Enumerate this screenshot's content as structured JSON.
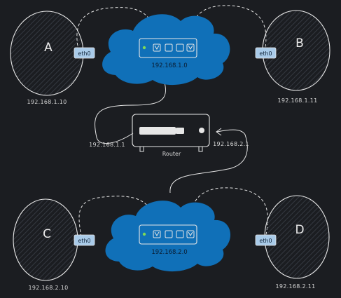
{
  "hosts": {
    "a": {
      "name": "A",
      "iface": "eth0",
      "ip": "192.168.1.10"
    },
    "b": {
      "name": "B",
      "iface": "eth0",
      "ip": "192.168.1.11"
    },
    "c": {
      "name": "C",
      "iface": "eth0",
      "ip": "192.168.2.10"
    },
    "d": {
      "name": "D",
      "iface": "eth0",
      "ip": "192.168.2.11"
    }
  },
  "networks": {
    "net1": {
      "address": "192.168.1.0"
    },
    "net2": {
      "address": "192.168.2.0"
    }
  },
  "router": {
    "label": "Router",
    "ip_left": "192.168.1.1",
    "ip_right": "192.168.2.1"
  },
  "colors": {
    "background": "#1b1d21",
    "cloud": "#1070b8",
    "interface_box": "#a9cbe9",
    "line": "#e6e6e6"
  }
}
